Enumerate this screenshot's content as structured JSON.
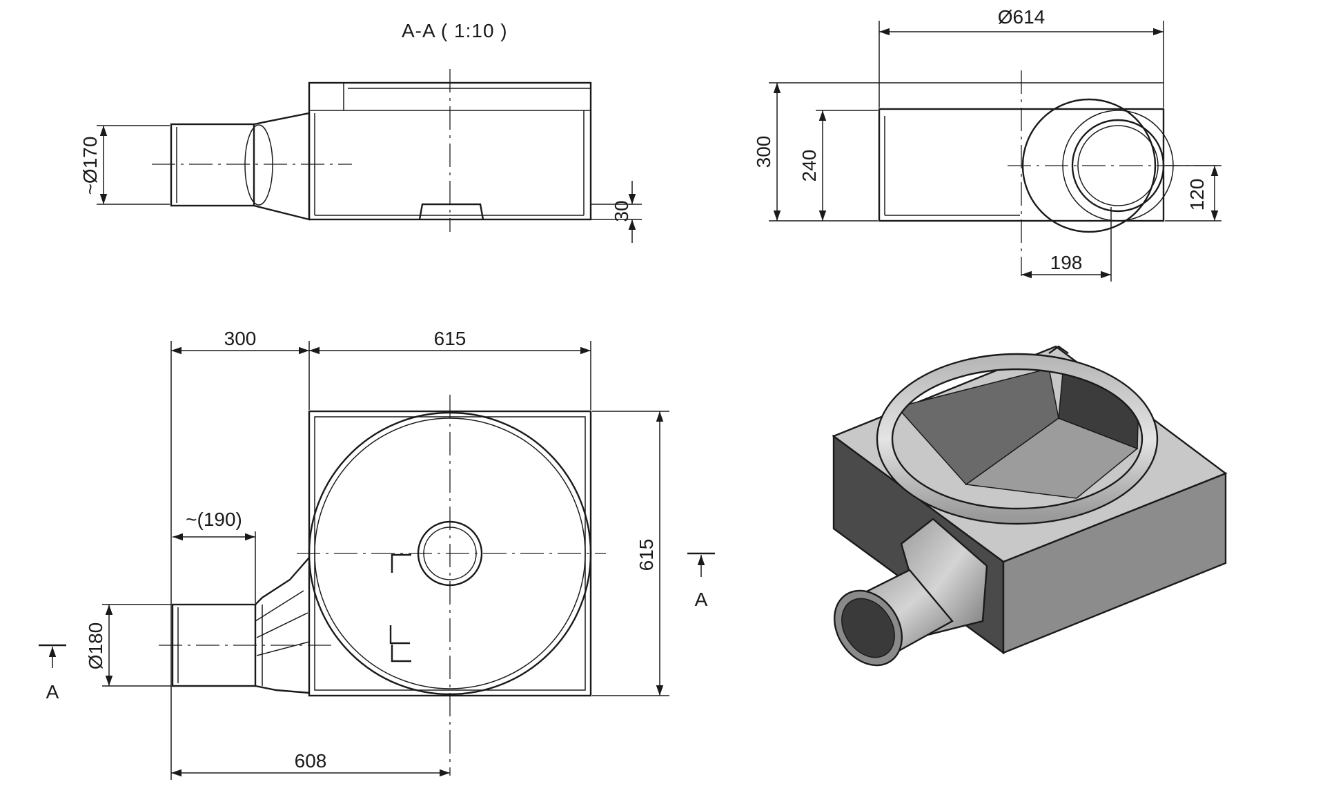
{
  "section_view": {
    "title": "A-A  ( 1:10 )",
    "dim_outlet_diameter": "~Ø170",
    "dim_bottom_step": "30"
  },
  "side_view": {
    "dim_top_diameter": "Ø614",
    "dim_total_height": "300",
    "dim_body_height": "240",
    "dim_outlet_height": "120",
    "dim_outlet_offset": "198"
  },
  "top_view": {
    "dim_outlet_length": "300",
    "dim_body_width": "615",
    "dim_body_depth": "615",
    "dim_spigot_length": "~(190)",
    "dim_spigot_diameter": "Ø180",
    "dim_overall_to_center": "608",
    "section_marker_left": "A",
    "section_marker_right": "A"
  },
  "iso_view": {
    "shading": {
      "dark": "#4a4a4a",
      "mid": "#8c8c8c",
      "light": "#c8c8c8"
    }
  }
}
